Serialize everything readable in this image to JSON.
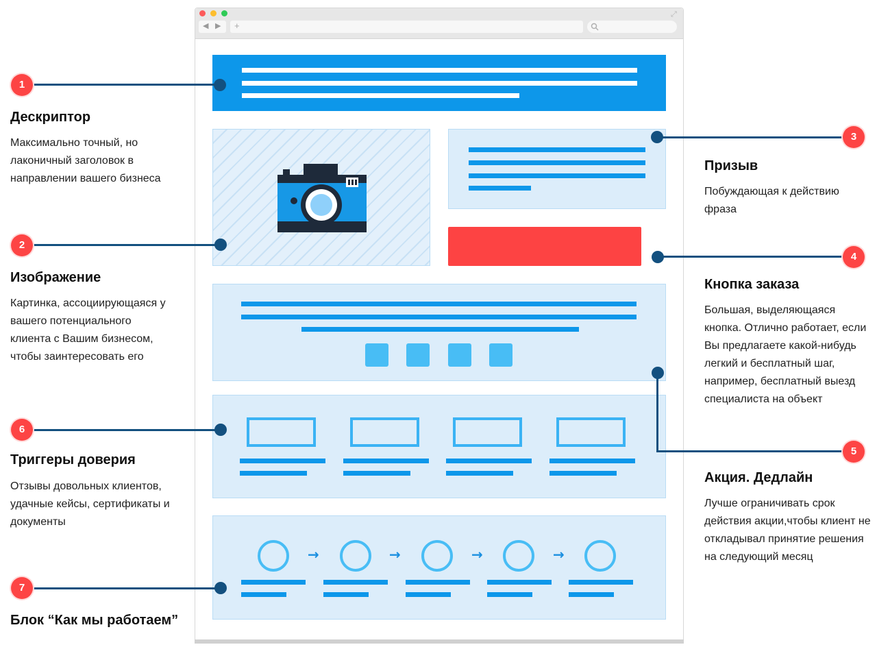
{
  "browser": {
    "nav_back": "◀",
    "nav_forward": "▶",
    "add_tab": "+",
    "expand_icon": "⤢",
    "colors": {
      "close": "#fc5a5a",
      "minimize": "#fdbe2e",
      "maximize": "#2fcb57"
    }
  },
  "colors": {
    "accent": "#0d97ea",
    "button": "#fd4343",
    "callout": "#fd4444",
    "connector": "#13507f",
    "block_bg": "#dcedfa"
  },
  "callouts": [
    {
      "number": "1",
      "title": "Дескриптор",
      "description": "Максимально точный, но лаконичный заголовок в направлении вашего бизнеса"
    },
    {
      "number": "2",
      "title": "Изображение",
      "description": "Картинка, ассоциирующаяся у вашего потенциального клиента с Вашим бизнесом, чтобы заинтересовать его"
    },
    {
      "number": "3",
      "title": "Призыв",
      "description": "Побуждающая к действию фраза"
    },
    {
      "number": "4",
      "title": "Кнопка заказа",
      "description": "Большая, выделяющаяся кнопка. Отлично работает, если Вы предлагаете какой-нибудь легкий и бесплатный шаг, например, бесплатный выезд специалиста на объект"
    },
    {
      "number": "5",
      "title": "Акция. Дедлайн",
      "description": "Лучше ограничивать срок действия акции,чтобы клиент не откладывал принятие решения на следующий месяц"
    },
    {
      "number": "6",
      "title": "Триггеры доверия",
      "description": "Отзывы довольных клиентов, удачные кейсы, сертификаты и документы"
    },
    {
      "number": "7",
      "title": "Блок “Как мы работаем”",
      "description": ""
    }
  ],
  "icons": {
    "camera": "camera-icon",
    "arrow": "→"
  }
}
